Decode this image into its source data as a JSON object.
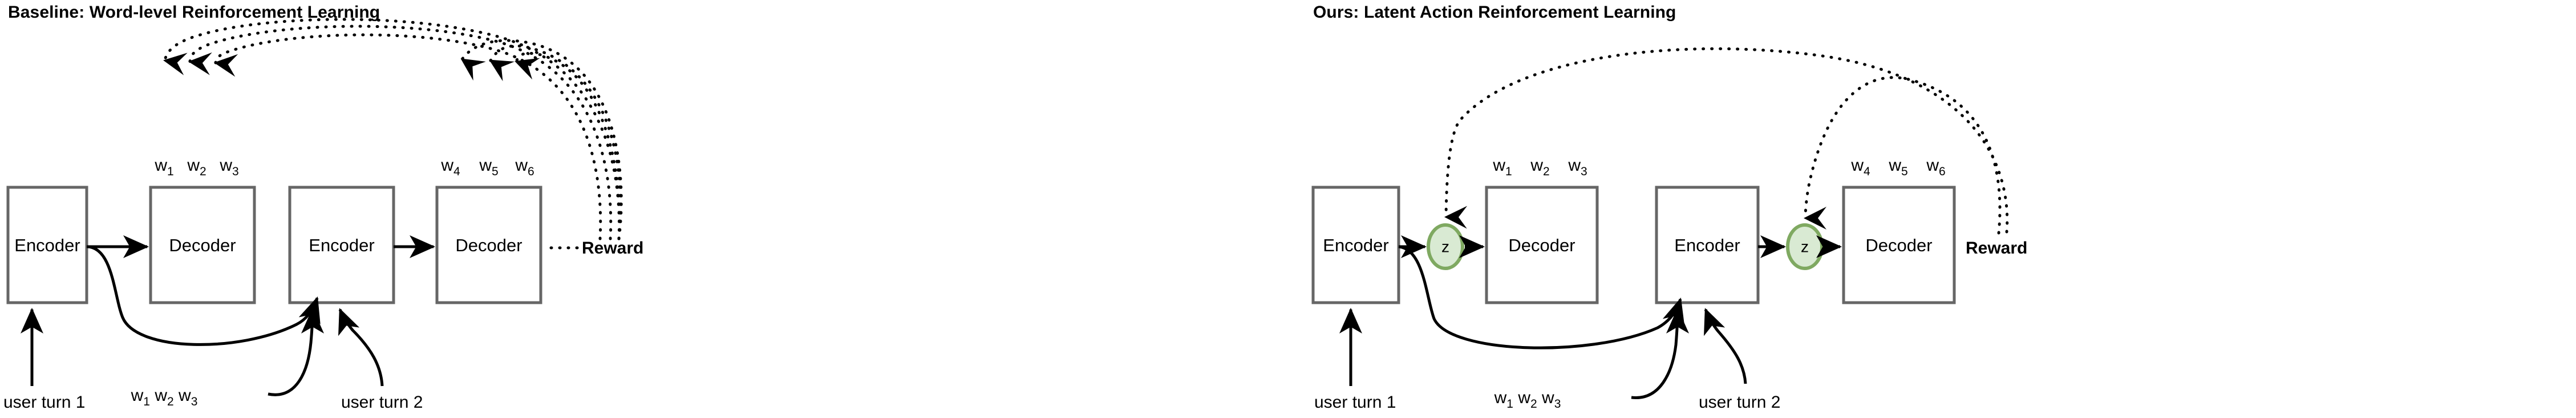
{
  "figure": {
    "type": "diagram",
    "background": "#ffffff",
    "box_stroke": "#666666",
    "latent_fill": "#d9ead3",
    "latent_stroke": "#7fa961"
  },
  "panels": [
    {
      "id": "baseline",
      "title": "Baseline: Word-level Reinforcement Learning",
      "blocks": [
        {
          "name": "encoder-1",
          "label": "Encoder"
        },
        {
          "name": "decoder-1",
          "label": "Decoder"
        },
        {
          "name": "encoder-2",
          "label": "Encoder"
        },
        {
          "name": "decoder-2",
          "label": "Decoder"
        }
      ],
      "reward_label": "Reward",
      "words_turn1": [
        "w",
        "w",
        "w"
      ],
      "words_turn1_sub": [
        "1",
        "2",
        "3"
      ],
      "words_turn2": [
        "w",
        "w",
        "w"
      ],
      "words_turn2_sub": [
        "4",
        "5",
        "6"
      ],
      "input_labels": [
        "user turn 1",
        "user turn 2"
      ],
      "feedback_label_parts": [
        "w",
        "1",
        " w",
        "2",
        " w",
        "3"
      ],
      "feedback_label": "w1 w2 w3"
    },
    {
      "id": "ours",
      "title": "Ours: Latent Action Reinforcement Learning",
      "blocks": [
        {
          "name": "encoder-1",
          "label": "Encoder"
        },
        {
          "name": "latent-1",
          "label": "z"
        },
        {
          "name": "decoder-1",
          "label": "Decoder"
        },
        {
          "name": "encoder-2",
          "label": "Encoder"
        },
        {
          "name": "latent-2",
          "label": "z"
        },
        {
          "name": "decoder-2",
          "label": "Decoder"
        }
      ],
      "reward_label": "Reward",
      "words_turn1": [
        "w",
        "w",
        "w"
      ],
      "words_turn1_sub": [
        "1",
        "2",
        "3"
      ],
      "words_turn2": [
        "w",
        "w",
        "w"
      ],
      "words_turn2_sub": [
        "4",
        "5",
        "6"
      ],
      "input_labels": [
        "user turn 1",
        "user turn 2"
      ],
      "feedback_label": "w1 w2 w3"
    }
  ]
}
